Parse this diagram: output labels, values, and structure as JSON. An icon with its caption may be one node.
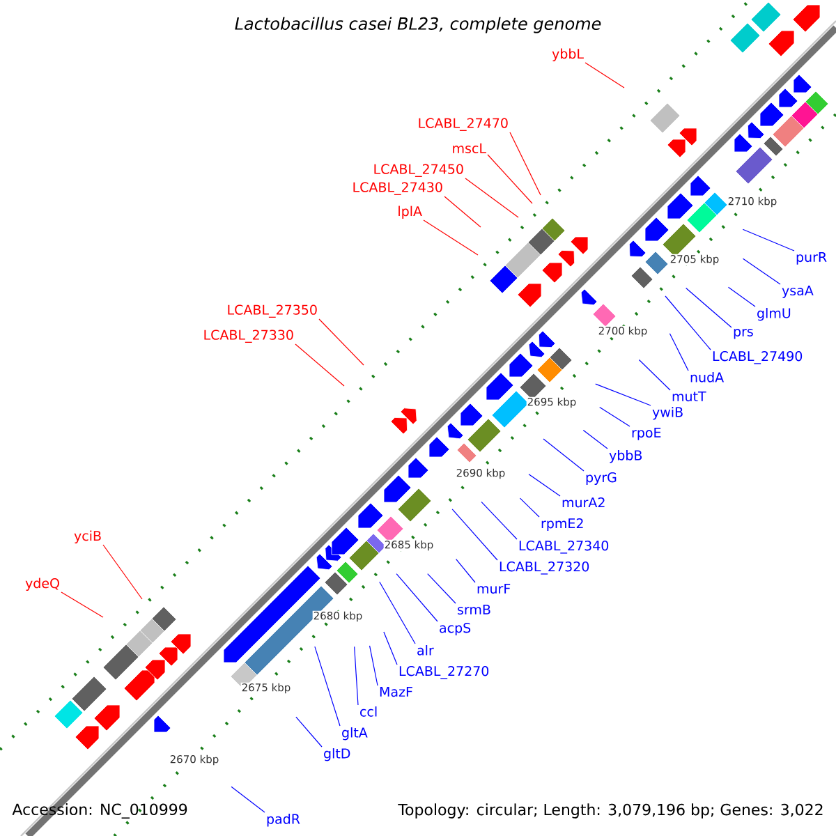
{
  "diagram": {
    "title": "Lactobacillus casei BL23, complete genome",
    "nodes": [
      {
        "text": [
          "ybbL"
        ]
      },
      {
        "text": [
          "LCABL_27470"
        ]
      },
      {
        "text": [
          "mscL"
        ]
      },
      {
        "text": [
          "LCABL_27450"
        ]
      },
      {
        "text": [
          "LCABL_27430"
        ]
      },
      {
        "text": [
          "lplA"
        ]
      },
      {
        "text": [
          "LCABL_27350"
        ]
      },
      {
        "text": [
          "LCABL_27330"
        ]
      },
      {
        "text": [
          "yciB"
        ]
      },
      {
        "text": [
          "ydeQ"
        ]
      },
      {
        "text": [
          "purR"
        ]
      },
      {
        "text": [
          "ysaA"
        ]
      },
      {
        "text": [
          "glmU"
        ]
      },
      {
        "text": [
          "prs"
        ]
      },
      {
        "text": [
          "LCABL_27490"
        ]
      },
      {
        "text": [
          "nudA"
        ]
      },
      {
        "text": [
          "mutT"
        ]
      },
      {
        "text": [
          "ywiB"
        ]
      },
      {
        "text": [
          "rpoE"
        ]
      },
      {
        "text": [
          "ybbB"
        ]
      },
      {
        "text": [
          "pyrG"
        ]
      },
      {
        "text": [
          "murA2"
        ]
      },
      {
        "text": [
          "rpmE2"
        ]
      },
      {
        "text": [
          "LCABL_27340"
        ]
      },
      {
        "text": [
          "LCABL_27320"
        ]
      },
      {
        "text": [
          "murF"
        ]
      },
      {
        "text": [
          "srmB"
        ]
      },
      {
        "text": [
          "acpS"
        ]
      },
      {
        "text": [
          "alr"
        ]
      },
      {
        "text": [
          "LCABL_27270"
        ]
      },
      {
        "text": [
          "MazF"
        ]
      },
      {
        "text": [
          "ccl"
        ]
      },
      {
        "text": [
          "gltA"
        ]
      },
      {
        "text": [
          "gltD"
        ]
      },
      {
        "text": [
          "padR"
        ]
      }
    ],
    "edges": [
      {
        "from": 0,
        "to": null,
        "arrow": "none",
        "color": "#ff0000"
      },
      {
        "from": 1,
        "to": null,
        "arrow": "none",
        "color": "#ff0000"
      },
      {
        "from": 2,
        "to": null,
        "arrow": "none",
        "color": "#ff0000"
      },
      {
        "from": 3,
        "to": null,
        "arrow": "none",
        "color": "#ff0000"
      },
      {
        "from": 4,
        "to": null,
        "arrow": "none",
        "color": "#ff0000"
      },
      {
        "from": 5,
        "to": null,
        "arrow": "none",
        "color": "#ff0000"
      },
      {
        "from": 6,
        "to": null,
        "arrow": "none",
        "color": "#ff0000"
      },
      {
        "from": 7,
        "to": null,
        "arrow": "none",
        "color": "#ff0000"
      },
      {
        "from": 8,
        "to": null,
        "arrow": "none",
        "color": "#ff0000"
      },
      {
        "from": 9,
        "to": null,
        "arrow": "none",
        "color": "#ff0000"
      },
      {
        "from": 10,
        "to": null,
        "arrow": "none"
      },
      {
        "from": 11,
        "to": null,
        "arrow": "none"
      },
      {
        "from": 12,
        "to": null,
        "arrow": "none"
      },
      {
        "from": 13,
        "to": null,
        "arrow": "none"
      },
      {
        "from": 14,
        "to": null,
        "arrow": "none"
      },
      {
        "from": 15,
        "to": null,
        "arrow": "none"
      },
      {
        "from": 16,
        "to": null,
        "arrow": "none"
      },
      {
        "from": 17,
        "to": null,
        "arrow": "none"
      },
      {
        "from": 18,
        "to": null,
        "arrow": "none"
      },
      {
        "from": 19,
        "to": null,
        "arrow": "none"
      },
      {
        "from": 20,
        "to": null,
        "arrow": "none"
      },
      {
        "from": 21,
        "to": null,
        "arrow": "none"
      },
      {
        "from": 22,
        "to": null,
        "arrow": "none"
      },
      {
        "from": 23,
        "to": null,
        "arrow": "none"
      },
      {
        "from": 24,
        "to": null,
        "arrow": "none"
      },
      {
        "from": 25,
        "to": null,
        "arrow": "none"
      },
      {
        "from": 26,
        "to": null,
        "arrow": "none"
      },
      {
        "from": 27,
        "to": null,
        "arrow": "none"
      },
      {
        "from": 28,
        "to": null,
        "arrow": "none"
      },
      {
        "from": 29,
        "to": null,
        "arrow": "none"
      },
      {
        "from": 30,
        "to": null,
        "arrow": "none"
      },
      {
        "from": 31,
        "to": null,
        "arrow": "none"
      },
      {
        "from": 32,
        "to": null,
        "arrow": "none"
      },
      {
        "from": 33,
        "to": null,
        "arrow": "none"
      },
      {
        "from": 34,
        "to": null,
        "arrow": "none"
      }
    ],
    "labels": [
      "2710 kbp",
      "2705 kbp",
      "2700 kbp",
      "2695 kbp",
      "2690 kbp",
      "2685 kbp",
      "2680 kbp",
      "2675 kbp",
      "2670 kbp",
      "Accession: NC_010999",
      "Topology: circular; Length: 3,079,196 bp; Genes: 3,022"
    ]
  }
}
